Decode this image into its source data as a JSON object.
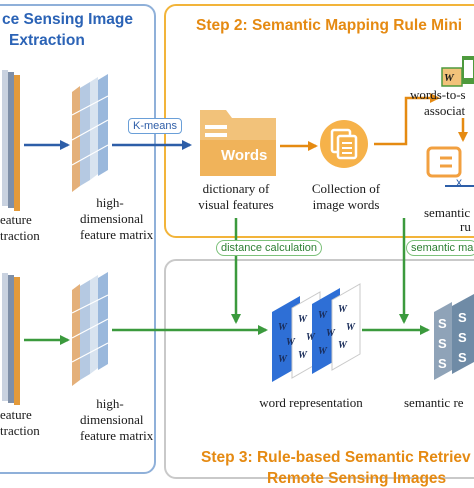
{
  "step1": {
    "title_line1": "ce Sensing Image",
    "title_line2": "Extraction"
  },
  "step2": {
    "title": "Step 2: Semantic Mapping Rule Mini"
  },
  "step3": {
    "title_line1": "Step 3: Rule-based Semantic Retriev",
    "title_line2": "Remote Sensing Images"
  },
  "labels": {
    "feature_extraction_top_1": "eature",
    "feature_extraction_top_2": "traction",
    "feature_extraction_bottom_1": "eature",
    "feature_extraction_bottom_2": "traction",
    "hd_matrix_top_1": "high-",
    "hd_matrix_top_2": "dimensional",
    "hd_matrix_top_3": "feature matrix",
    "hd_matrix_bottom_1": "high-",
    "hd_matrix_bottom_2": "dimensional",
    "hd_matrix_bottom_3": "feature matrix",
    "dictionary_1": "dictionary of",
    "dictionary_2": "visual features",
    "collection_1": "Collection of",
    "collection_2": "image words",
    "words_to_s_1": "words-to-s",
    "words_to_s_2": "associat",
    "semantic_rule_1": "semantic",
    "semantic_rule_2": "ru",
    "word_representation": "word representation",
    "semantic_re": "semantic re"
  },
  "pills": {
    "kmeans": "K-means",
    "distance": "distance calculation",
    "semantic_map": "semantic ma"
  },
  "icons": {
    "folder_text": "Words",
    "w_letter": "W",
    "s_letter": "S",
    "x_letter": "x"
  }
}
